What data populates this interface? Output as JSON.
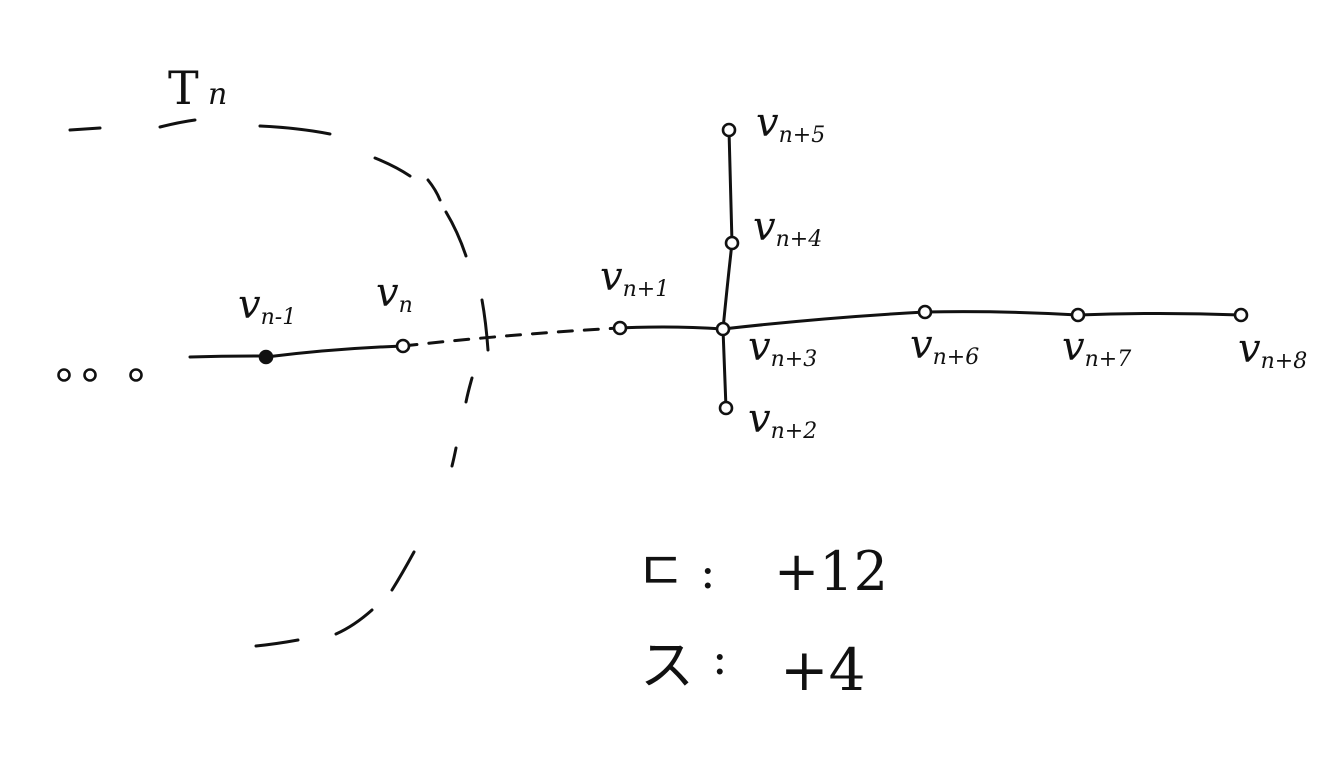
{
  "region_label": "T",
  "region_label_sub": "n",
  "ellipsis_dots": 3,
  "vertices": [
    {
      "id": "v_n-1",
      "base": "v",
      "sub": "n-1",
      "filled": true
    },
    {
      "id": "v_n",
      "base": "v",
      "sub": "n",
      "filled": false
    },
    {
      "id": "v_n+1",
      "base": "v",
      "sub": "n+1",
      "filled": false
    },
    {
      "id": "v_n+2",
      "base": "v",
      "sub": "n+2",
      "filled": false
    },
    {
      "id": "v_n+3",
      "base": "v",
      "sub": "n+3",
      "filled": false
    },
    {
      "id": "v_n+4",
      "base": "v",
      "sub": "n+4",
      "filled": false
    },
    {
      "id": "v_n+5",
      "base": "v",
      "sub": "n+5",
      "filled": false
    },
    {
      "id": "v_n+6",
      "base": "v",
      "sub": "n+6",
      "filled": false
    },
    {
      "id": "v_n+7",
      "base": "v",
      "sub": "n+7",
      "filled": false
    },
    {
      "id": "v_n+8",
      "base": "v",
      "sub": "n+8",
      "filled": false
    }
  ],
  "edges": [
    {
      "from": "v_n-1",
      "to": "v_n",
      "style": "solid"
    },
    {
      "from": "v_n",
      "to": "v_n+1",
      "style": "dashed"
    },
    {
      "from": "v_n+1",
      "to": "v_n+3",
      "style": "solid"
    },
    {
      "from": "v_n+3",
      "to": "v_n+2",
      "style": "solid"
    },
    {
      "from": "v_n+3",
      "to": "v_n+4",
      "style": "solid"
    },
    {
      "from": "v_n+4",
      "to": "v_n+5",
      "style": "solid"
    },
    {
      "from": "v_n+3",
      "to": "v_n+6",
      "style": "solid"
    },
    {
      "from": "v_n+6",
      "to": "v_n+7",
      "style": "solid"
    },
    {
      "from": "v_n+7",
      "to": "v_n+8",
      "style": "solid"
    }
  ],
  "annotations": [
    {
      "symbol": "ㄷ",
      "separator": ":",
      "value": "+12"
    },
    {
      "symbol": "ス",
      "separator": ":",
      "value": "+4"
    }
  ]
}
